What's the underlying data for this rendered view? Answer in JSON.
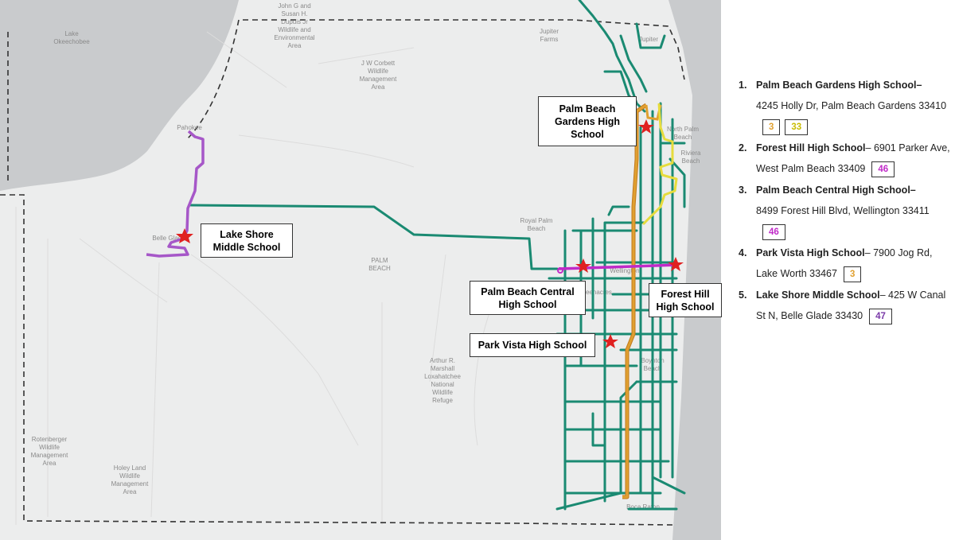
{
  "map": {
    "place_labels": [
      {
        "id": "lake-okeechobee",
        "lines": [
          "Lake",
          "Okeechobee"
        ]
      },
      {
        "id": "jgsud-wma",
        "lines": [
          "John G and",
          "Susan H.",
          "Dupuis Jr",
          "Wildlife and",
          "Environmental",
          "Area"
        ]
      },
      {
        "id": "jupiter-farms",
        "lines": [
          "Jupiter",
          "Farms"
        ]
      },
      {
        "id": "jupiter",
        "lines": [
          "Jupiter"
        ]
      },
      {
        "id": "jwcorbett",
        "lines": [
          "J W Corbett",
          "Wildlife",
          "Management",
          "Area"
        ]
      },
      {
        "id": "pahokee",
        "lines": [
          "Pahokee"
        ]
      },
      {
        "id": "north-palm-beach",
        "lines": [
          "North Palm",
          "Beach"
        ]
      },
      {
        "id": "riviera-beach",
        "lines": [
          "Riviera",
          "Beach"
        ]
      },
      {
        "id": "royal-palm-beach",
        "lines": [
          "Royal Palm",
          "Beach"
        ]
      },
      {
        "id": "belle-glade",
        "lines": [
          "Belle Glade"
        ]
      },
      {
        "id": "palm-beach",
        "lines": [
          "PALM",
          "BEACH"
        ]
      },
      {
        "id": "wellington",
        "lines": [
          "Wellington"
        ]
      },
      {
        "id": "greenacres",
        "lines": [
          "Greenacres"
        ]
      },
      {
        "id": "boynton-beach",
        "lines": [
          "Boynton",
          "Beach"
        ]
      },
      {
        "id": "loxahatchee",
        "lines": [
          "Arthur R.",
          "Marshall",
          "Loxahatchee",
          "National",
          "Wildlife",
          "Refuge"
        ]
      },
      {
        "id": "rotenberger",
        "lines": [
          "Rotenberger",
          "Wildlife",
          "Management",
          "Area"
        ]
      },
      {
        "id": "holey-land",
        "lines": [
          "Holey Land",
          "Wildlife",
          "Management",
          "Area"
        ]
      },
      {
        "id": "boca-raton",
        "lines": [
          "Boca Raton"
        ]
      }
    ],
    "callouts": {
      "pbg": [
        "Palm Beach",
        "Gardens High",
        "School"
      ],
      "lakeshore": [
        "Lake Shore",
        "Middle School"
      ],
      "pbc": [
        "Palm Beach Central",
        "High School"
      ],
      "foresthill": [
        "Forest Hill",
        "High School"
      ],
      "parkvista": "Park Vista High School"
    },
    "colors": {
      "water": "#c8cacc",
      "land": "#eceded",
      "green_routes": "#1a8a72",
      "route_3": "#e0a030",
      "route_33": "#e6dc3c",
      "route_46": "#c02ac8",
      "route_47": "#a657c8",
      "school_marker": "#e02020"
    }
  },
  "schools": [
    {
      "num": "1.",
      "name": "Palm Beach Gardens High School–",
      "address": "4245 Holly Dr, Palm Beach Gardens 33410",
      "routes": [
        {
          "label": "3",
          "color": "#e0a030"
        },
        {
          "label": "33",
          "color": "#c8bc00"
        }
      ]
    },
    {
      "num": "2.",
      "name": "Forest Hill High School",
      "sep": "– ",
      "address": "6901 Parker Ave, West Palm Beach 33409",
      "routes": [
        {
          "label": "46",
          "color": "#c02ac8"
        }
      ]
    },
    {
      "num": "3.",
      "name": "Palm Beach Central High School–",
      "address": "8499 Forest Hill Blvd, Wellington 33411",
      "routes": [
        {
          "label": "46",
          "color": "#c02ac8"
        }
      ]
    },
    {
      "num": "4.",
      "name": "Park Vista High School",
      "sep": "– ",
      "address": "7900 Jog Rd, Lake Worth 33467",
      "routes": [
        {
          "label": "3",
          "color": "#e0a030"
        }
      ]
    },
    {
      "num": "5.",
      "name": "Lake Shore Middle School",
      "sep": "– ",
      "address": "425 W Canal St N, Belle Glade 33430",
      "routes": [
        {
          "label": "47",
          "color": "#7a3aa8"
        }
      ]
    }
  ]
}
